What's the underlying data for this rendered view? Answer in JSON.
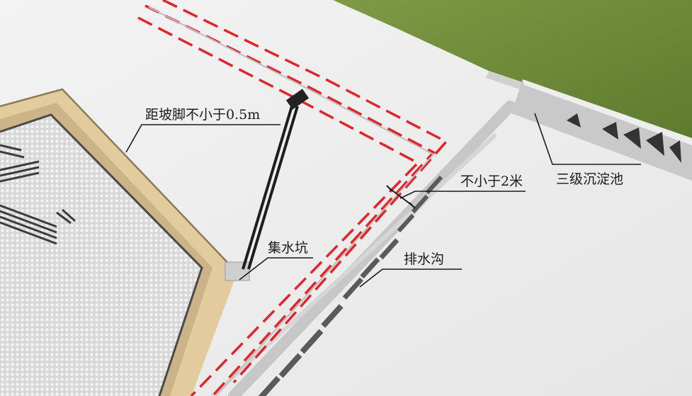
{
  "labels": {
    "slope_distance": "距坡脚不小于0.5m",
    "sump": "集水坑",
    "drain_ditch": "排水沟",
    "min_width": "不小于2米",
    "sedimentation_tank": "三级沉淀池"
  },
  "colors": {
    "ground": "#eeeeee",
    "grass": "#6f8a3a",
    "slope": "#e0c89a",
    "barrier_red": "#e0262a",
    "pit_floor": "#dedede",
    "tank": "#c9c9c9",
    "ink": "#1a1a1a"
  }
}
